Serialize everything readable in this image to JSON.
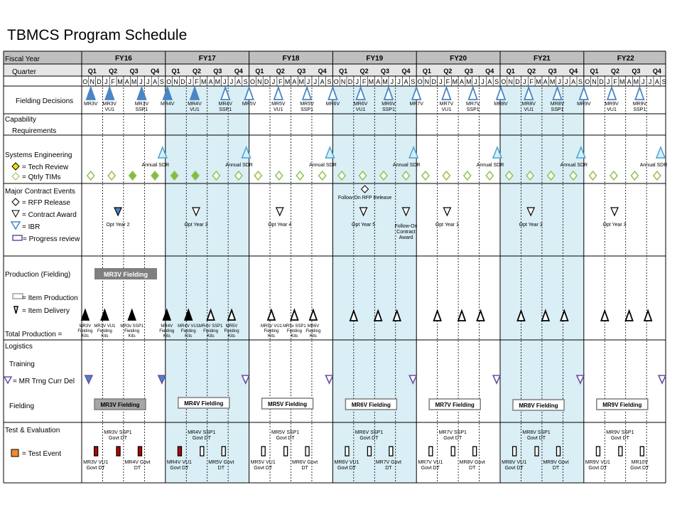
{
  "title": "TBMCS Program Schedule",
  "header": {
    "fiscal_year_label": "Fiscal Year",
    "quarter_label": "Quarter",
    "fiscal_years": [
      "FY16",
      "FY17",
      "FY18",
      "FY19",
      "FY20",
      "FY21",
      "FY22"
    ],
    "quarters": [
      "Q1",
      "Q2",
      "Q3",
      "Q4"
    ],
    "months": [
      "O",
      "N",
      "D",
      "J",
      "F",
      "M",
      "A",
      "M",
      "J",
      "J",
      "A",
      "S"
    ],
    "shaded_years": [
      "FY17",
      "FY19",
      "FY21"
    ]
  },
  "rows": {
    "fielding_decisions": "Fielding Decisions",
    "capability_requirements": [
      "Capability",
      "Requirements"
    ],
    "systems_engineering": "Systems Engineering",
    "tech_review": "= Tech Review",
    "qtrly_tims": "= Qtrly TIMs",
    "major_contract_events": "Major Contract Events",
    "rfp_release": "= RFP Release",
    "contract_award": "= Contract Award",
    "ibr": "= IBR",
    "progress_review": "= Progress review",
    "production": "Production (Fielding)",
    "item_production": "= Item Production",
    "item_delivery": "= Item Delivery",
    "total_production": "Total Production =",
    "logistics": "Logistics",
    "training": "Training",
    "mr_trng_curr_del": "= MR Trng Curr Del",
    "fielding": "Fielding",
    "test_evaluation": "Test & Evaluation",
    "test_event": "= Test Event"
  },
  "fielding_decisions": [
    {
      "month": 0,
      "label": "MR3V"
    },
    {
      "month": 1,
      "label": "MR3V VU1"
    },
    {
      "month": 3,
      "label": "MR3V SSP1"
    },
    {
      "month": 4,
      "label": "MR4V"
    },
    {
      "month": 5,
      "label": "MR4V VU1"
    },
    {
      "month": 6,
      "label": "MR4V SSP1"
    },
    {
      "month": 7,
      "label": "MR5V"
    },
    {
      "month": 8,
      "label": "MR5V VU1"
    },
    {
      "month": 9,
      "label": "MR5V SSP1"
    },
    {
      "month": 10,
      "label": "MR6V"
    },
    {
      "month": 11,
      "label": "MR6V VU1"
    },
    {
      "month": 12,
      "label": "MR6V SSP1"
    },
    {
      "month": 13,
      "label": "MR7V"
    },
    {
      "month": 14,
      "label": "MR7V VU1"
    },
    {
      "month": 15,
      "label": "MR7V SSP1"
    },
    {
      "month": 16,
      "label": "MR8V"
    },
    {
      "month": 17,
      "label": "MR8V VU1"
    },
    {
      "month": 18,
      "label": "MR8V SSP1"
    },
    {
      "month": 19,
      "label": "MR9V"
    },
    {
      "month": 20,
      "label": "MR9V VU1"
    },
    {
      "month": 21,
      "label": "MR9V SSP1"
    }
  ],
  "annual_sdr": [
    {
      "year": 0,
      "label": "Annual SDR"
    },
    {
      "year": 1,
      "label": "Annual SDR"
    },
    {
      "year": 2,
      "label": "Annual SDR"
    },
    {
      "year": 3,
      "label": "Annual SDR"
    },
    {
      "year": 4,
      "label": "Annual SDR"
    },
    {
      "year": 5,
      "label": "Annual SDR"
    },
    {
      "year": 6,
      "label": "Annual SDR"
    }
  ],
  "contract_awards": [
    {
      "label": "Opt Year 2",
      "filled": true
    },
    {
      "label": "Opt Year 3",
      "filled": false
    },
    {
      "label": "Opt Year 4",
      "filled": false
    },
    {
      "label": "Opt Year 5",
      "filled": false
    },
    {
      "label": "Follow-On Contract Award",
      "filled": false
    },
    {
      "label": "Opt Year 1",
      "filled": false
    },
    {
      "label": "Opt Year 2",
      "filled": false
    },
    {
      "label": "Opt Year 3",
      "filled": false
    }
  ],
  "rfp_release_label": "Follow-On RFP Release",
  "production_bar": "MR3V Fielding",
  "production_labels": [
    "MR3V Fielding Kits",
    "MR3V VU1 Fielding Kits",
    "MR3v SSP1 Fielding Kits",
    "MR4V Fielding Kits",
    "MR4V VU1 Fielding Kits",
    "MR4V SSP1 Fielding Kits",
    "MR5V Fielding Kits",
    "MR5V VU1 Fielding Kits",
    "MR5v SSP1 Fielding Kits",
    "MR6V Fielding Kits"
  ],
  "fielding_bars": [
    "MR3V Fielding",
    "MR4V Fielding",
    "MR5V Fielding",
    "MR6V Fielding",
    "MR7V Fielding",
    "MR8V Fielding",
    "MR9V Fielding"
  ],
  "test_top": [
    "MR3V SSP1 Govt DT",
    "MR4V SSP1 Govt DT",
    "MR5V SSP1 Govt DT",
    "MR6V SSP1 Govt DT",
    "MR7V SSP1 Govt DT",
    "MR8V SSP1 Govt DT",
    "MR9V SSP1 Govt DT"
  ],
  "test_bottom": [
    [
      "MR3V VU1 Govt DT",
      "MR4V Govt DT"
    ],
    [
      "MR4V VU1 Govt DT",
      "MR5V Govt DT"
    ],
    [
      "MR5V VU1 Govt DT",
      "MR6V Govt DT"
    ],
    [
      "MR6V VU1 Govt DT",
      "MR7V Govt DT"
    ],
    [
      "MR7V VU1 Govt DT",
      "MR8V Govt DT"
    ],
    [
      "MR8V VU1 Govt DT",
      "MR9V Govt DT"
    ],
    [
      "MR9V VU1 Govt DT",
      "MR10V Govt DT"
    ]
  ],
  "colors": {
    "shade": "#d9eef5",
    "milestone_blue": "#4a86c5",
    "sdr_fill": "#d6eef7",
    "sdr_stroke": "#4aa3d1",
    "tim_filled": "#7fbf3f",
    "tim_outline": "#92c050",
    "ibr_purple": "#6a4fa0",
    "header_gray": "#bfbfbf",
    "test_red": "#c00000",
    "test_orange": "#f28a30",
    "bar_gray": "#a6a6a6"
  }
}
